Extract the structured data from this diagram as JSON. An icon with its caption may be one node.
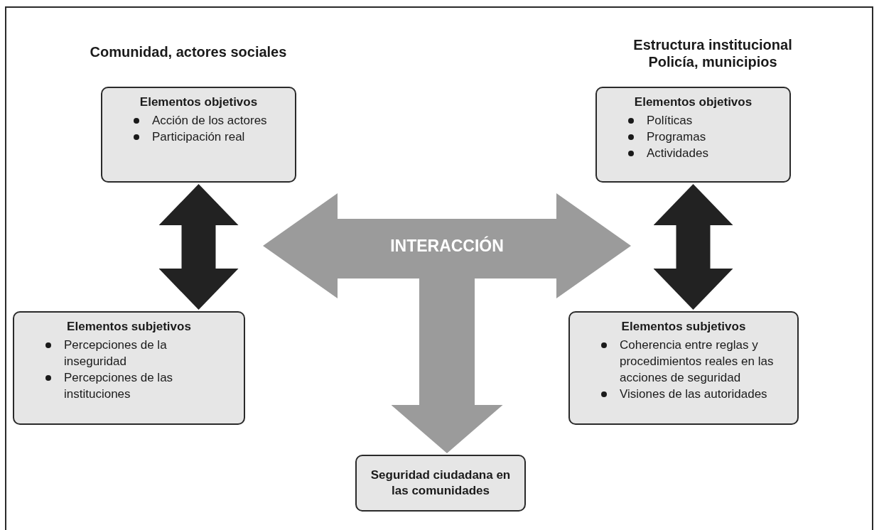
{
  "diagram": {
    "nodes": [
      {
        "text": [
          "Elementos objetivos",
          "Acción de los actores",
          "Participación real"
        ]
      },
      {
        "text": [
          "Elementos objetivos",
          "Políticas",
          "Programas",
          "Actividades"
        ]
      },
      {
        "text": [
          "INTERACCIÓN"
        ]
      },
      {
        "text": [
          "Elementos subjetivos",
          "Percepciones de la inseguridad",
          "Percepciones de las instituciones"
        ]
      },
      {
        "text": [
          "Elementos subjetivos",
          "Coherencia entre reglas y procedimientos reales en las acciones de seguridad",
          "Visiones de las autoridades"
        ]
      },
      {
        "text": [
          "Seguridad ciudadana en las comunidades"
        ]
      }
    ],
    "edges": [
      {
        "from": 0,
        "to": 3,
        "arrow": "both"
      },
      {
        "from": 1,
        "to": 4,
        "arrow": "both"
      },
      {
        "from": 2,
        "to": 5,
        "arrow": "to",
        "color": "#9b9b9b"
      }
    ],
    "labels": [
      "Comunidad, actores sociales",
      "Estructura institucional Policía, municipios"
    ]
  }
}
